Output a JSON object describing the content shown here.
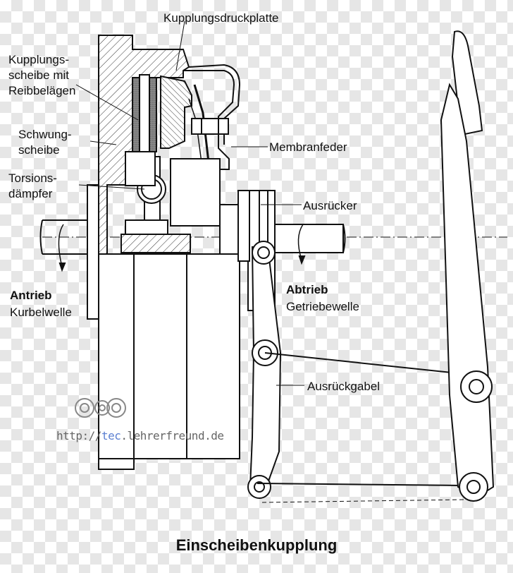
{
  "title": "Einscheibenkupplung",
  "labels": {
    "kupplungsdruckplatte": "Kupplungsdruckplatte",
    "kupplungsscheibe_1": "Kupplungs-",
    "kupplungsscheibe_2": "scheibe mit",
    "kupplungsscheibe_3": "Reibbelägen",
    "schwungscheibe_1": "Schwung-",
    "schwungscheibe_2": "scheibe",
    "torsionsdaempfer_1": "Torsions-",
    "torsionsdaempfer_2": "dämpfer",
    "membranfeder": "Membranfeder",
    "ausruecker": "Ausrücker",
    "antrieb": "Antrieb",
    "kurbelwelle": "Kurbelwelle",
    "abtrieb": "Abtrieb",
    "getriebewelle": "Getriebewelle",
    "ausrueckgabel": "Ausrückgabel"
  },
  "watermark": {
    "prefix": "http://",
    "highlight": "tec",
    "suffix": ".lehrerfreund.de"
  },
  "colors": {
    "line": "#111111",
    "hatch": "#333333",
    "watermark_accent": "#5b7fd1"
  }
}
